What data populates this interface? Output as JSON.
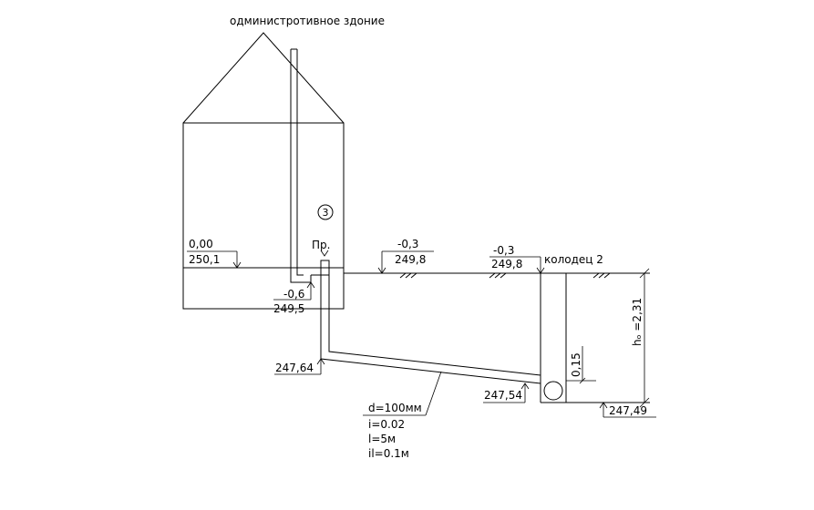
{
  "title": "одминистротивное здоние",
  "markers": {
    "circle_number": "3",
    "inspection_label": "Пр."
  },
  "levels": {
    "floor_relative": "0,00",
    "floor_absolute": "250,1",
    "outlet_relative": "-0,6",
    "outlet_absolute": "249,5",
    "ground_relative_1": "-0,3",
    "ground_absolute_1": "249,8",
    "ground_relative_2": "-0,3",
    "ground_absolute_2": "249,8",
    "pipe_start": "247,64",
    "pipe_end": "247,54",
    "well_bottom": "247,49"
  },
  "well": {
    "label": "колодец 2",
    "depth_label": "hₒ =2,31",
    "tray_height": "0,15"
  },
  "pipe": {
    "diameter": "d=100мм",
    "slope": "i=0.02",
    "length": "l=5м",
    "drop": "il=0.1м"
  }
}
